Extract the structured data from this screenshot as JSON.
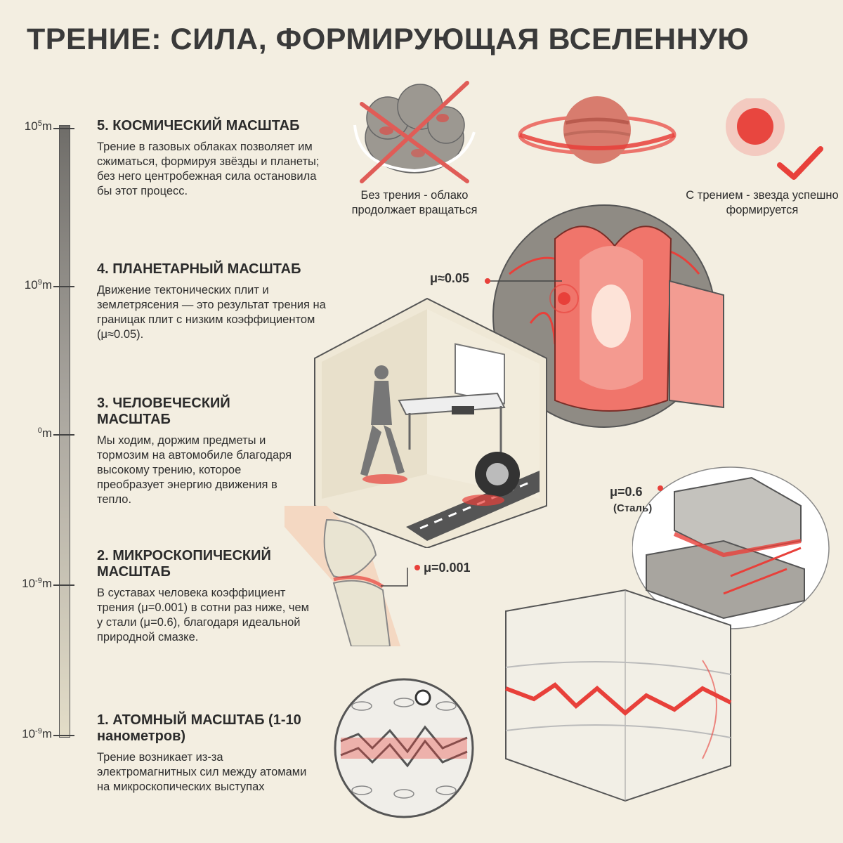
{
  "title": "ТРЕНИЕ: СИЛА, ФОРМИРУЮЩАЯ ВСЕЛЕННУЮ",
  "scale": {
    "ticks": [
      {
        "base": "10",
        "exp": "5",
        "unit": "m"
      },
      {
        "base": "10",
        "exp": "9",
        "unit": "m"
      },
      {
        "base": "",
        "exp": "0",
        "unit": "m"
      },
      {
        "base": "10",
        "exp": "-9",
        "unit": "m"
      },
      {
        "base": "10",
        "exp": "-9",
        "unit": "m"
      }
    ]
  },
  "sections": [
    {
      "heading": "5. КОСМИЧЕСКИЙ МАСШТАБ",
      "body": "Трение в газовых облаках позволяет им сжиматься, формируя звёзды и планеты; без него центробежная сила остановила бы этот процесс."
    },
    {
      "heading": "4. ПЛАНЕТАРНЫЙ МАСШТАБ",
      "body": "Движение тектонических плит и землетрясения — это результат трения на границак плит с низким коэффициентом (μ≈0.05)."
    },
    {
      "heading": "3. ЧЕЛОВЕЧЕСКИЙ МАСШТАБ",
      "body": "Мы ходим, доржим предметы и тормозим на автомобиле благодаря высокому трению, которое преобразует энергию движения в тепло."
    },
    {
      "heading": "2. МИКРОСКОПИЧЕСКИЙ МАСШТАБ",
      "body": "В суставах человека коэффициент трения (μ=0.001) в сотни раз ниже, чем у стали (μ=0.6), благодаря идеальной природной смазке."
    },
    {
      "heading": "1. АТОМНЫЙ МАСШТАБ (1-10 нанометров)",
      "body": "Трение возникает из-за электромагнитных сил между атомами на микроскопических выступах"
    }
  ],
  "captions": {
    "no_friction": "Без трения - облако продолжает вращаться",
    "with_friction": "С трением - звезда успешно формируется"
  },
  "coefficients": {
    "earth": "μ≈0.05",
    "joint": "μ=0.001",
    "steel": "μ=0.6",
    "steel_note": "(Сталь)"
  },
  "colors": {
    "accent": "#e8403a",
    "ink": "#3a3a3a",
    "background": "#f3eee1"
  }
}
